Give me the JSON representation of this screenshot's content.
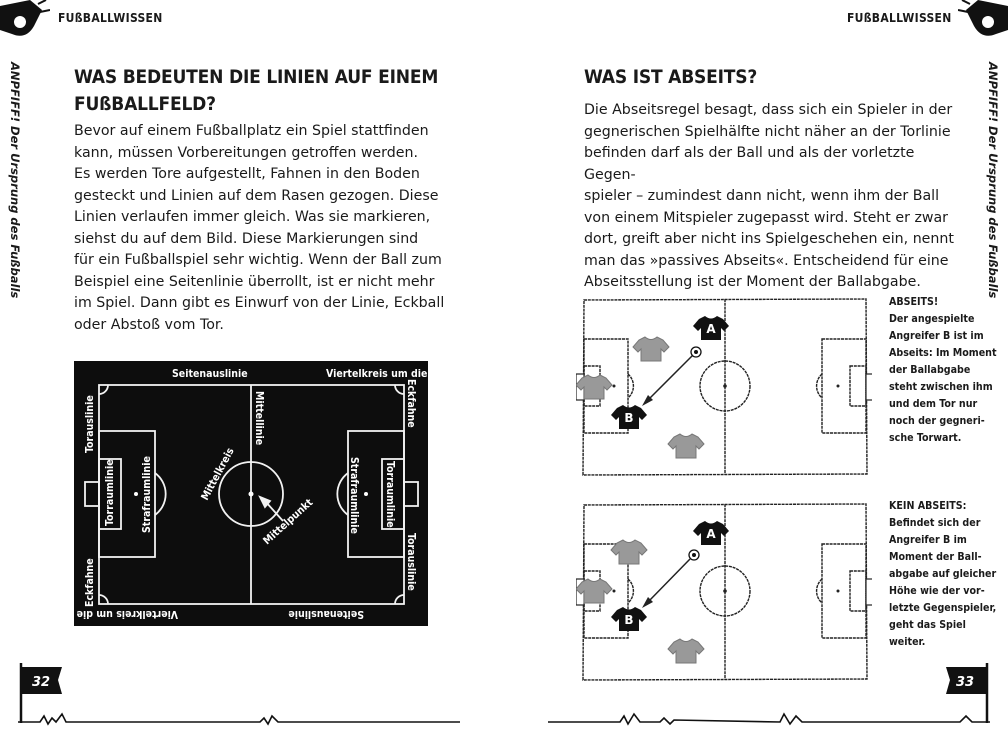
{
  "left_page": {
    "header": "FUßBALLWISSEN",
    "side_label": "ANPFIFF! Der Ursprung des Fußballs",
    "title_line1": "WAS BEDEUTEN DIE LINIEN AUF EINEM",
    "title_line2": "FUßBALLFELD?",
    "body_lines": [
      "Bevor auf einem Fußballplatz ein Spiel stattfinden",
      "kann, müssen Vorbereitungen getroffen werden.",
      "Es werden Tore aufgestellt, Fahnen in den Boden",
      "gesteckt und Linien auf dem Rasen gezogen. Diese",
      "Linien verlaufen immer gleich. Was sie markieren,",
      "siehst du auf dem Bild. Diese Markierungen sind",
      "für ein Fußballspiel sehr wichtig. Wenn der Ball zum",
      "Beispiel eine Seitenlinie überrollt, ist er nicht mehr",
      "im Spiel. Dann gibt es Einwurf von der Linie, Eckball",
      "oder Abstoß vom Tor."
    ],
    "field_labels": {
      "seitenauslinie_top": "Seitenauslinie",
      "viertelkreis_top": "Viertelkreis um die",
      "eckfahne_right": "Eckfahne",
      "torauslinie_left": "Torauslinie",
      "torraumlinie_left": "Torraumlinie",
      "strafraumlinie_left": "Strafraumlinie",
      "mittellinie": "Mittellinie",
      "mittelkreis": "Mittelkreis",
      "mittelpunkt": "Mittelpunkt",
      "strafraumlinie_right": "Strafraumlinie",
      "torraumlinie_right": "Torraumlinie",
      "torauslinie_right": "Torauslinie",
      "eckfahne_left": "Eckfahne",
      "viertelkreis_bottom": "Viertelkreis um die",
      "seitenauslinie_bottom": "Seitenauslinie"
    },
    "page_number": "32"
  },
  "right_page": {
    "header": "FUßBALLWISSEN",
    "side_label": "ANPFIFF! Der Ursprung des Fußballs",
    "title": "WAS IST ABSEITS?",
    "body_lines": [
      "Die Abseitsregel besagt, dass sich ein Spieler in der",
      "gegnerischen Spielhälfte nicht näher an der Torlinie",
      "befinden darf als der Ball und als der vorletzte Gegen-",
      "spieler – zumindest dann nicht, wenn ihm der Ball",
      "von einem Mitspieler zugepasst wird. Steht er zwar",
      "dort, greift aber nicht ins Spielgeschehen ein, nennt",
      "man das »passives Abseits«. Entscheidend für eine",
      "Abseitsstellung ist der Moment der Ballabgabe."
    ],
    "diagram1": {
      "player_a": "A",
      "player_b": "B",
      "caption_title": "ABSEITS!",
      "caption_lines": [
        "Der angespielte",
        "Angreifer B ist im",
        "Abseits: Im Moment",
        "der Ballabgabe",
        "steht zwischen ihm",
        "und dem Tor nur",
        "noch der gegneri-",
        "sche Torwart."
      ]
    },
    "diagram2": {
      "player_a": "A",
      "player_b": "B",
      "caption_title": "KEIN ABSEITS:",
      "caption_lines": [
        "Befindet sich der",
        "Angreifer B im",
        "Moment der Ball-",
        "abgabe auf gleicher",
        "Höhe wie der vor-",
        "letzte Gegenspieler,",
        "geht das Spiel",
        "weiter."
      ]
    },
    "page_number": "33"
  }
}
